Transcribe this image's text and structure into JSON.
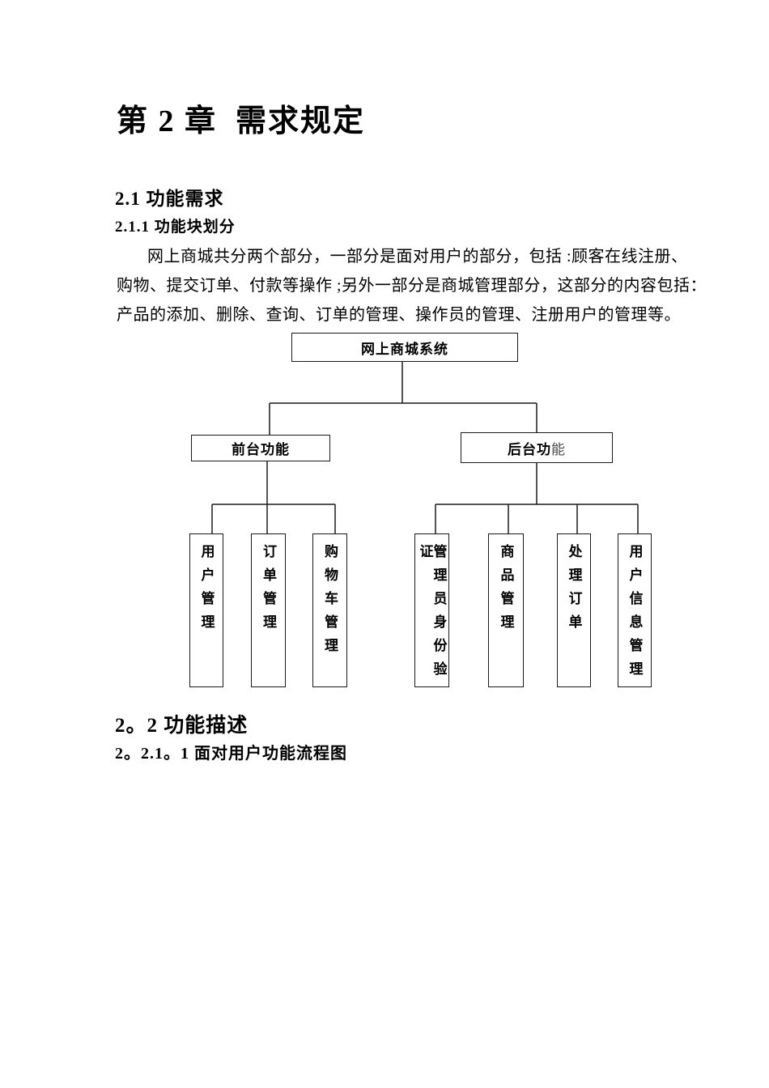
{
  "colors": {
    "background": "#ffffff",
    "text": "#000000",
    "line": "#1a1a1a"
  },
  "document": {
    "chapter_title": "第 2 章  需求规定",
    "section_2_1": "2.1 功能需求",
    "section_2_1_1": "2.1.1 功能块划分",
    "paragraph": {
      "line1": "网上商城共分两个部分，一部分是面对用户的部分，包括 :顾客在线注册、",
      "line2": "购物、提交订单、付款等操作 ;另外一部分是商城管理部分，这部分的内容包括：",
      "line3": "产品的添加、删除、查询、订单的管理、操作员的管理、注册用户的管理等。"
    },
    "section_2_2": "2。2 功能描述",
    "section_2_2_1_1": "2。2.1。1 面对用户功能流程图"
  },
  "diagram": {
    "root": {
      "label": "网上商城系统"
    },
    "front": {
      "label": "前台功能"
    },
    "back": {
      "label_bold": "后台功",
      "label_light": "能"
    },
    "front_children": [
      {
        "label": "用户管理"
      },
      {
        "label": "订单管理"
      },
      {
        "label": "购物车管理"
      }
    ],
    "back_children": [
      {
        "label": "管理员身份验证"
      },
      {
        "label": "商品管理"
      },
      {
        "label": "处理订单"
      },
      {
        "label": "用户信息管理"
      }
    ]
  }
}
